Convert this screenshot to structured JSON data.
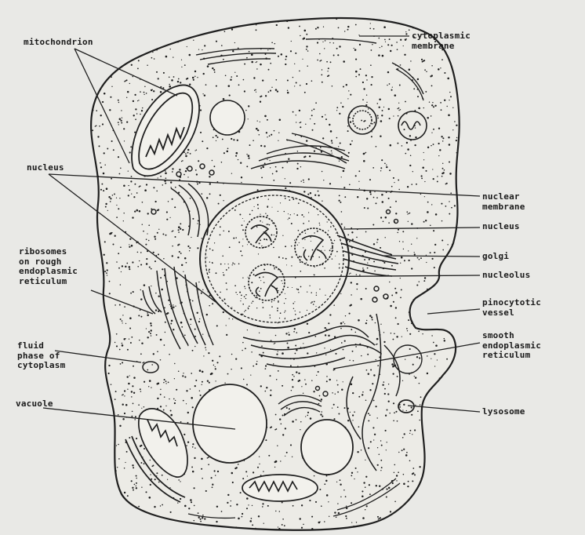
{
  "labels": {
    "mitochondrion": [
      "mitochondrion"
    ],
    "cytoplasmic_membrane": [
      "cytoplasmic",
      "membrane"
    ],
    "nucleus_left": [
      "nucleus"
    ],
    "nuclear_membrane": [
      "nuclear",
      "membrane"
    ],
    "nucleus_right": [
      "nucleus"
    ],
    "ribosomes_rough_er": [
      "ribosomes",
      "on rough",
      "endoplasmic",
      "reticulum"
    ],
    "golgi": [
      "golgi"
    ],
    "nucleolus": [
      "nucleolus"
    ],
    "pinocytotic_vessel": [
      "pinocytotic",
      "vessel"
    ],
    "fluid_phase": [
      "fluid",
      "phase of",
      "cytoplasm"
    ],
    "smooth_er": [
      "smooth",
      "endoplasmic",
      "reticulum"
    ],
    "vacuole": [
      "vacuole"
    ],
    "lysosome": [
      "lysosome"
    ]
  },
  "colors": {
    "paper": "#e9e9e6",
    "ink": "#1f1f1f",
    "label": "#1a1a1a"
  }
}
